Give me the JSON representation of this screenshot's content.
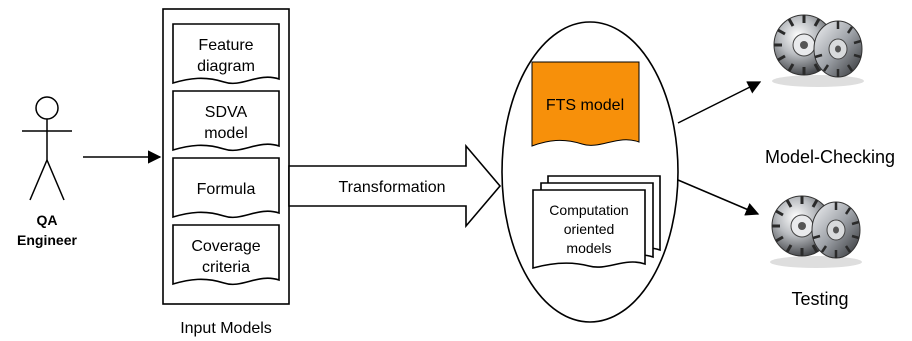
{
  "actor": {
    "line1": "QA",
    "line2": "Engineer"
  },
  "input_models": {
    "caption": "Input Models",
    "documents": [
      {
        "lines": [
          "Feature",
          "diagram"
        ]
      },
      {
        "lines": [
          "SDVA",
          "model"
        ]
      },
      {
        "lines": [
          "Formula"
        ]
      },
      {
        "lines": [
          "Coverage",
          "criteria"
        ]
      }
    ]
  },
  "transformation": {
    "label": "Transformation"
  },
  "models": {
    "fts_label": "FTS model",
    "fts_color": "#f7900a",
    "computation_lines": [
      "Computation",
      "oriented",
      "models"
    ]
  },
  "outputs": {
    "model_checking": "Model-Checking",
    "testing": "Testing",
    "gear_icon": "bevel-gears-icon"
  }
}
